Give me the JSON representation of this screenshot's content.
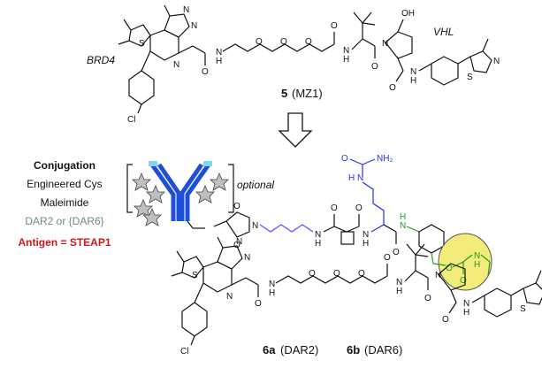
{
  "top_molecule": {
    "left_label": "BRD4",
    "right_label": "VHL",
    "compound_number": "5",
    "compound_name": "(MZ1)",
    "atoms": {
      "N": "N",
      "O": "O",
      "S": "S",
      "Cl": "Cl",
      "OH": "OH",
      "H": "H"
    }
  },
  "legend": {
    "title": "Conjugation",
    "line1": "Engineered Cys",
    "line2": "Maleimide",
    "line3": "DAR2 or {DAR6}",
    "line4": "Antigen = STEAP1",
    "colors": {
      "dar": "#6f8a8a",
      "antigen": "#d4141c"
    }
  },
  "antibody": {
    "optional_label": "optional",
    "color": "#1f4fd8",
    "accent": "#7fd6f0"
  },
  "linker": {
    "atoms": {
      "N": "N",
      "H": "H",
      "O": "O",
      "NH2": "NH₂"
    }
  },
  "bottom_labels": {
    "a_number": "6a",
    "a_name": "(DAR2)",
    "b_number": "6b",
    "b_name": "(DAR6)"
  },
  "colors": {
    "highlight": "#f3ec7a",
    "linker_blue": "#2a2aff",
    "linker_green": "#1f9e1f",
    "linker_purple": "#7b61ff"
  }
}
